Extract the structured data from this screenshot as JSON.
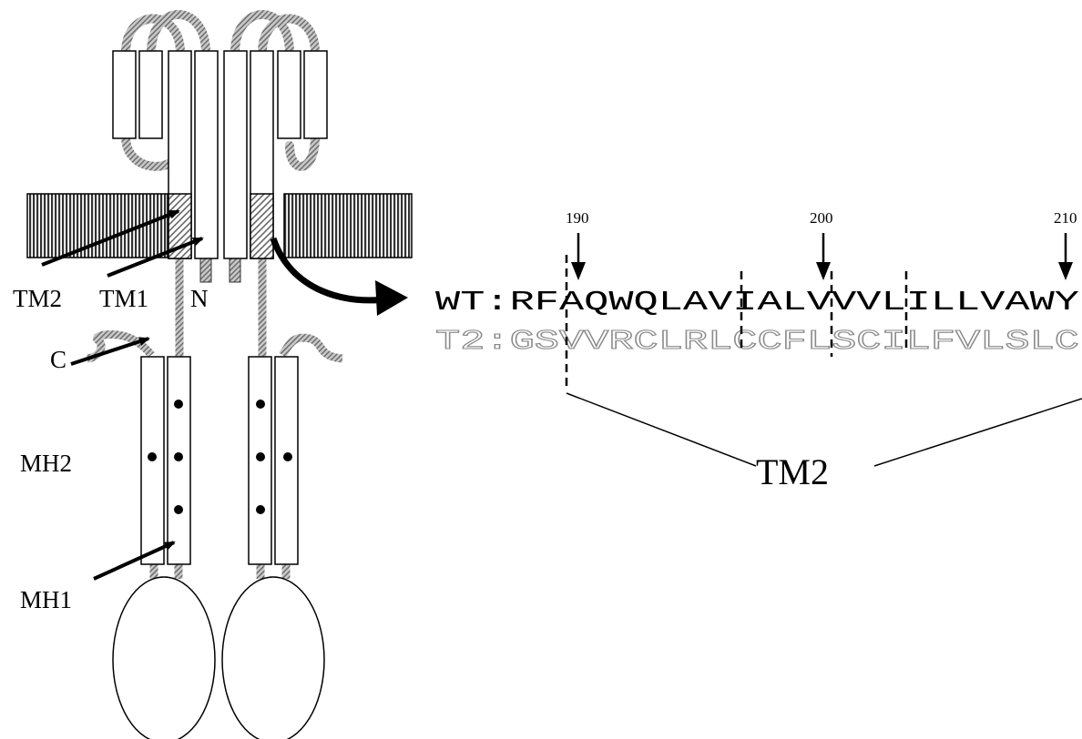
{
  "labels": {
    "tm2": "TM2",
    "tm1": "TM1",
    "n_terminus": "N",
    "c_terminus": "C",
    "mh2": "MH2",
    "mh1": "MH1"
  },
  "positions": {
    "p190": "190",
    "p200": "200",
    "p210": "210"
  },
  "sequences": {
    "wt": "WT:RFAQWQLAVIALVVVLILLVAWY",
    "t2": "T2:GSVVRCLRLCCFLSCILFVLSLC"
  },
  "region_label": "TM2",
  "colors": {
    "hatch_gray": "#7a7a7a",
    "coil_gray": "#9a9a9a",
    "mutant_outline": "#8a8a8a"
  }
}
